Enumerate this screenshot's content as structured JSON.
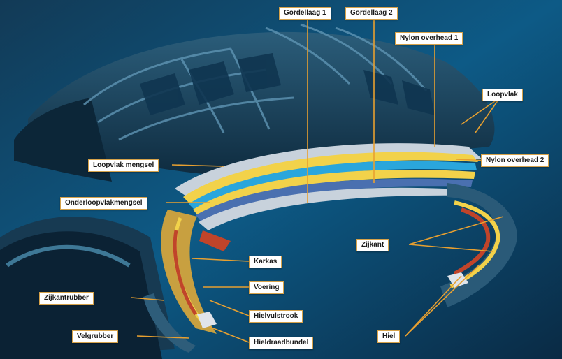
{
  "diagram": {
    "labels": {
      "gordellaag1": "Gordellaag 1",
      "gordellaag2": "Gordellaag 2",
      "nylon1": "Nylon overhead 1",
      "loopvlak": "Loopvlak",
      "loopvlak_mengsel": "Loopvlak mengsel",
      "nylon2": "Nylon overhead 2",
      "onderloopvlak": "Onderloopvlakmengsel",
      "zijkant": "Zijkant",
      "karkas": "Karkas",
      "voering": "Voering",
      "zijkantrubber": "Zijkantrubber",
      "hielvulstrook": "Hielvulstrook",
      "hieldraadbundel": "Hieldraadbundel",
      "velgrubber": "Velgrubber",
      "hiel": "Hiel"
    },
    "colors": {
      "leader": "#e8a030",
      "label_border": "#d6a24a",
      "tread": "#1c4660",
      "layer_yellow": "#f2d24a",
      "layer_blue": "#2aa6dc",
      "layer_silver": "#c8d2dc",
      "carcass": "#c8a040",
      "red_fill": "#c0442a"
    }
  }
}
